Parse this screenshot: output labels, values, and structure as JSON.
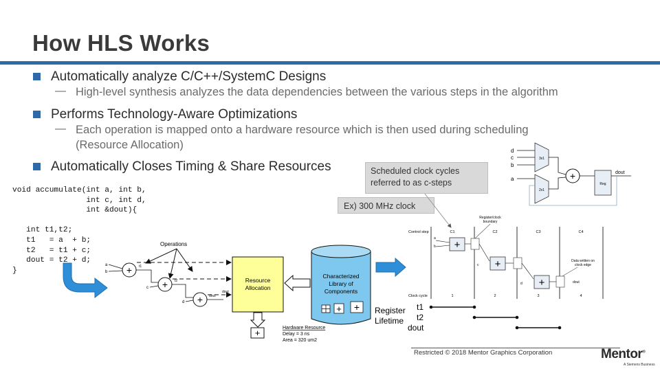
{
  "slide": {
    "title": "How HLS Works",
    "bullets": [
      {
        "text": "Automatically analyze C/C++/SystemC Designs",
        "sub": "High-level synthesis analyzes the data dependencies between the various steps in the algorithm"
      },
      {
        "text": "Performs Technology-Aware Optimizations",
        "sub": "Each operation is mapped onto a hardware resource which is then used during scheduling",
        "sub2": "(Resource Allocation)"
      },
      {
        "text": "Automatically Closes Timing & Share Resources"
      }
    ],
    "sub_dash": "—"
  },
  "code": {
    "lines": [
      "void accumulate(int a, int b,",
      "                int c, int d,",
      "                int &dout){",
      "",
      "   int t1,t2;",
      "   t1   = a  + b;",
      "   t2   = t1 + c;",
      "   dout = t2 + d;",
      "}"
    ]
  },
  "callouts": {
    "cycles": "Scheduled clock cycles referred to as c-steps",
    "clock": "Ex) 300 MHz clock"
  },
  "diagram": {
    "operations_label": "Operations",
    "inputs": [
      "a",
      "b",
      "c",
      "d"
    ],
    "signals": [
      "t1",
      "t2",
      "dout"
    ],
    "plus": "+",
    "resource_allocation": [
      "Resource",
      "Allocation"
    ],
    "library": [
      "Characterized",
      "Library of",
      "Components"
    ],
    "hw_resource": {
      "title": "Hardware Resource",
      "delay": "Delay = 3 ns",
      "area": "Area = 320 um2"
    },
    "register_lifetime": [
      "Register",
      "Lifetime"
    ],
    "control_step_label": "Control step",
    "control_steps": [
      "C1",
      "C2",
      "C3",
      "C4"
    ],
    "clock_cycle_label": "Clock cycle",
    "clock_cycles": [
      "1",
      "2",
      "3",
      "4"
    ],
    "register_boundary": [
      "Register/clock",
      "boundary"
    ],
    "data_written": [
      "Data written on",
      "clock edge"
    ],
    "lifetimes": [
      "t1",
      "t2",
      "dout"
    ],
    "datapath": {
      "inputs": [
        "d",
        "c",
        "b",
        "a"
      ],
      "mux_labels": [
        "3x1",
        "2x1"
      ],
      "reg": "Reg",
      "out": "dout"
    }
  },
  "footer": {
    "restricted": "Restricted © 2018 Mentor Graphics Corporation",
    "logo": "Mentor",
    "logo_mark": "®",
    "tagline": "A Siemens Business"
  },
  "colors": {
    "accent": "#2e6aa8",
    "arrow": "#2e8fd8",
    "resource": "#ffff99",
    "library": "#7ec8ef"
  }
}
